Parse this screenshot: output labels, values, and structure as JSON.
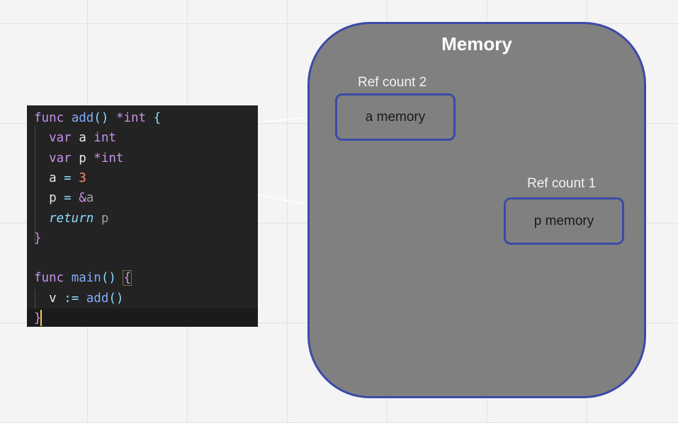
{
  "memory": {
    "title": "Memory",
    "a_node": {
      "ref_label": "Ref count 2",
      "label": "a memory"
    },
    "p_node": {
      "ref_label": "Ref count 1",
      "label": "p memory"
    }
  },
  "code": {
    "lines": [
      [
        {
          "t": "func ",
          "c": "kw"
        },
        {
          "t": "add",
          "c": "fn"
        },
        {
          "t": "() ",
          "c": "op"
        },
        {
          "t": "*int",
          "c": "kw"
        },
        {
          "t": " {",
          "c": "op"
        }
      ],
      [
        {
          "t": "  var ",
          "c": "kw"
        },
        {
          "t": "a ",
          "c": ""
        },
        {
          "t": "int",
          "c": "kw"
        }
      ],
      [
        {
          "t": "  var ",
          "c": "kw"
        },
        {
          "t": "p ",
          "c": ""
        },
        {
          "t": "*int",
          "c": "kw"
        }
      ],
      [
        {
          "t": "  a ",
          "c": ""
        },
        {
          "t": "= ",
          "c": "op"
        },
        {
          "t": "3",
          "c": "num"
        }
      ],
      [
        {
          "t": "  p ",
          "c": ""
        },
        {
          "t": "= ",
          "c": "op"
        },
        {
          "t": "&",
          "c": "kw"
        },
        {
          "t": "a",
          "c": "dim"
        }
      ],
      [
        {
          "t": "  ",
          "c": ""
        },
        {
          "t": "return",
          "c": "ret"
        },
        {
          "t": " p",
          "c": "dim"
        }
      ],
      [
        {
          "t": "}",
          "c": "kw"
        }
      ],
      [],
      [
        {
          "t": "func ",
          "c": "kw"
        },
        {
          "t": "main",
          "c": "fn"
        },
        {
          "t": "() ",
          "c": "op"
        },
        {
          "t": "{",
          "c": "kw brace-hl"
        }
      ],
      [
        {
          "t": "  v ",
          "c": ""
        },
        {
          "t": ":= ",
          "c": "op"
        },
        {
          "t": "add",
          "c": "fn"
        },
        {
          "t": "()",
          "c": "op"
        }
      ],
      [
        {
          "t": "}",
          "c": "kw"
        }
      ]
    ]
  }
}
